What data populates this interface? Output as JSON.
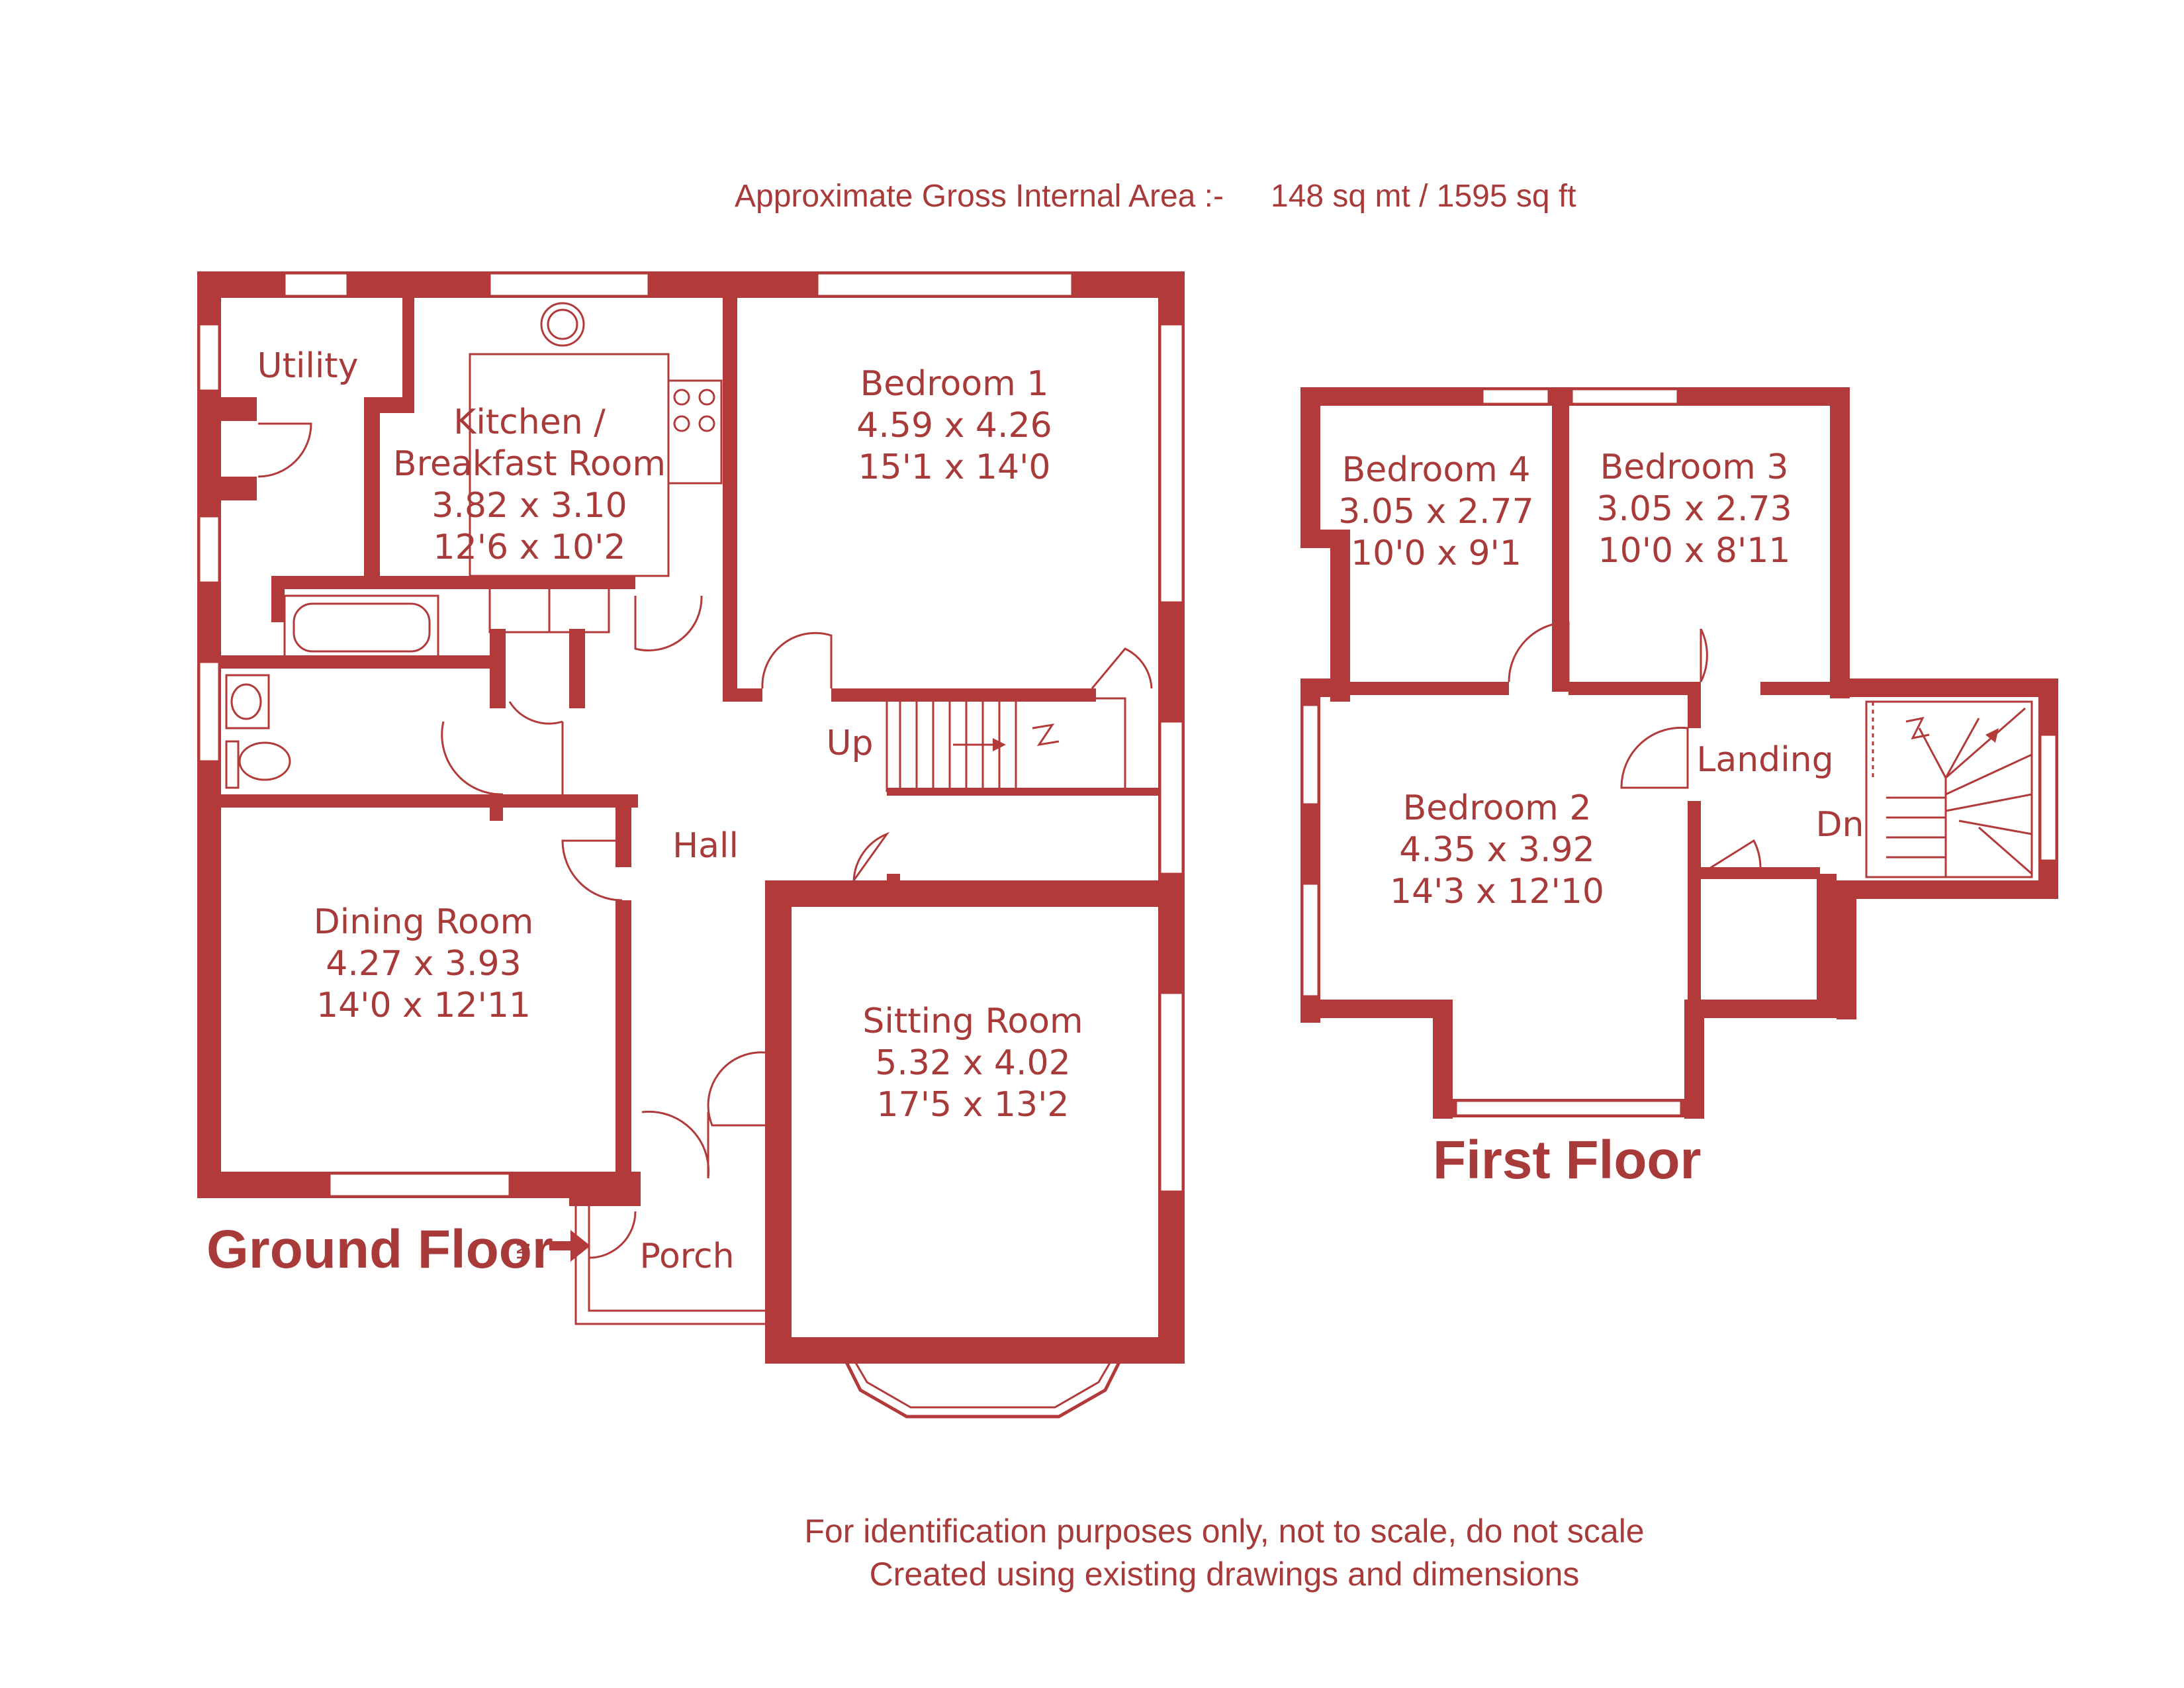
{
  "header": {
    "area_label": "Approximate Gross Internal Area  :-",
    "area_value": "148 sq mt /  1595 sq ft"
  },
  "floors": {
    "ground": {
      "title": "Ground Floor",
      "rooms": {
        "utility": {
          "name": "Utility"
        },
        "kitchen": {
          "name_line1": "Kitchen /",
          "name_line2": "Breakfast Room",
          "metric": "3.82 x 3.10",
          "imperial": "12'6 x 10'2"
        },
        "bedroom1": {
          "name": "Bedroom 1",
          "metric": "4.59 x 4.26",
          "imperial": "15'1 x 14'0"
        },
        "dining": {
          "name": "Dining Room",
          "metric": "4.27 x 3.93",
          "imperial": "14'0 x 12'11"
        },
        "hall": {
          "name": "Hall"
        },
        "stairs_up": {
          "name": "Up"
        },
        "sitting": {
          "name": "Sitting Room",
          "metric": "5.32 x 4.02",
          "imperial": "17'5 x 13'2"
        },
        "porch": {
          "name": "Porch"
        }
      },
      "entrance_marker": "IN"
    },
    "first": {
      "title": "First Floor",
      "rooms": {
        "bedroom4": {
          "name": "Bedroom 4",
          "metric": "3.05 x 2.77",
          "imperial": "10'0 x 9'1"
        },
        "bedroom3": {
          "name": "Bedroom 3",
          "metric": "3.05 x 2.73",
          "imperial": "10'0 x 8'11"
        },
        "bedroom2": {
          "name": "Bedroom 2",
          "metric": "4.35 x 3.92",
          "imperial": "14'3 x 12'10"
        },
        "landing": {
          "name": "Landing"
        },
        "stairs_down": {
          "name": "Dn"
        }
      }
    }
  },
  "footer": {
    "line1": "For identification purposes only, not to scale, do not scale",
    "line2": "Created using existing drawings and dimensions"
  },
  "colors": {
    "wall": "#b23a3a",
    "text": "#a83a3a",
    "background": "#ffffff"
  }
}
